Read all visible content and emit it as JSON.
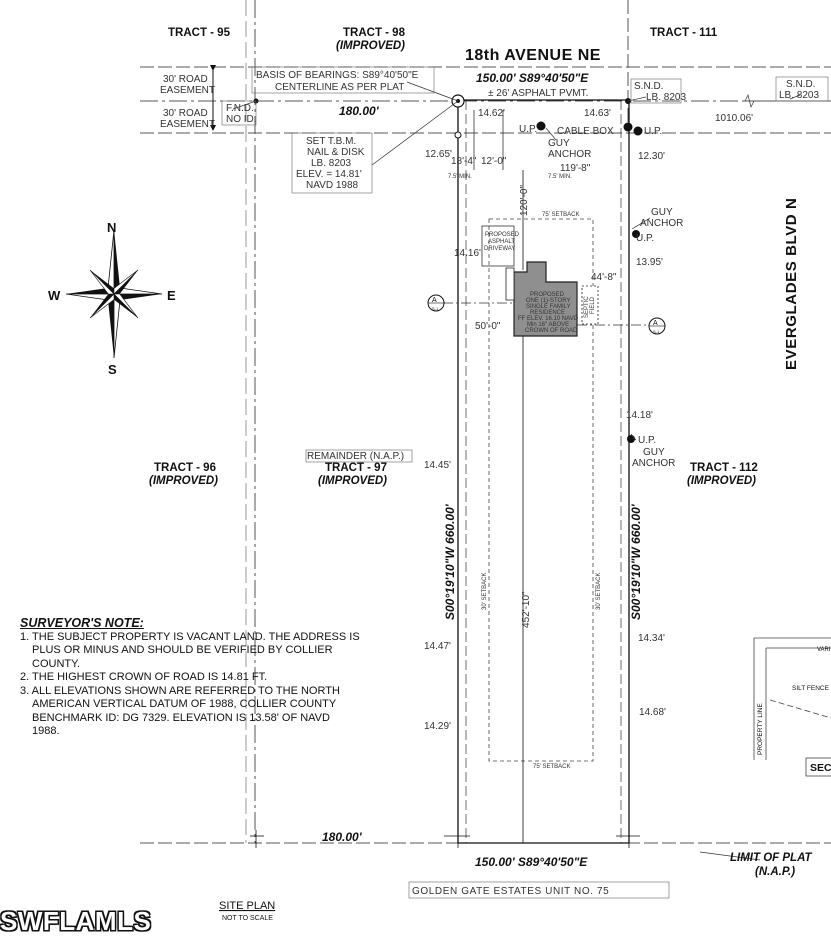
{
  "road": {
    "street_name": "18th AVENUE NE",
    "blvd_name": "EVERGLADES BLVD N",
    "pavement": "± 26' ASPHALT PVMT.",
    "easement_top": [
      "30' ROAD",
      "EASEMENT"
    ],
    "easement_bottom": [
      "30' ROAD",
      "EASEMENT"
    ],
    "blvd_distance": "1010.06'"
  },
  "tracts": {
    "t95": "TRACT - 95",
    "t98": "TRACT - 98",
    "t98_status": "(IMPROVED)",
    "t111": "TRACT - 111",
    "t96": "TRACT - 96",
    "t96_status": "(IMPROVED)",
    "t97_remainder": "REMAINDER (N.A.P.)",
    "t97": "TRACT - 97",
    "t97_status": "(IMPROVED)",
    "t112": "TRACT - 112",
    "t112_status": "(IMPROVED)"
  },
  "bearings": {
    "top": "150.00'  S89°40'50\"E",
    "bottom": "150.00'  S89°40'50\"E",
    "west": "S00°19'10\"W 660.00'",
    "east": "S00°19'10\"W 660.00'",
    "top_left_distance": "180.00'",
    "bottom_left_distance": "180.00'"
  },
  "callouts": {
    "basis": [
      "BASIS OF BEARINGS: S89°40'50\"E",
      "CENTERLINE AS PER PLAT"
    ],
    "fnd": [
      "F.N.D.",
      "NO ID."
    ],
    "tbm": [
      "SET T.B.M.",
      "NAIL & DISK",
      "LB. 8203",
      "ELEV. = 14.81'",
      "NAVD 1988"
    ],
    "snd_left": [
      "S.N.D.",
      "LB. 8203"
    ],
    "snd_right": [
      "S.N.D.",
      "LB. 8203"
    ],
    "up": "U.P.",
    "cable_box": "CABLE BOX",
    "guy_anchor": [
      "GUY",
      "ANCHOR"
    ]
  },
  "dimensions": {
    "d18_4": "18'-4\"",
    "d12_0": "12'-0\"",
    "d119_8": "119'-8\"",
    "d120_0": "120'-0\"",
    "d44_8": "44'-8\"",
    "d50_0": "50'-0\"",
    "d452_10": "452'-10\"",
    "min75_a": "7.5' MIN.",
    "min75_b": "7.5' MIN.",
    "setback_top": "75' SETBACK",
    "setback_bottom": "75' SETBACK",
    "setback_side_left": "30' SETBACK",
    "setback_side_right": "30' SETBACK"
  },
  "elevations": {
    "e1462": "14.62'",
    "e1463": "14.63'",
    "e1265": "12.65'",
    "e1230": "12.30'",
    "e1416": "14.16'",
    "e1395": "13.95'",
    "e1418": "14.18'",
    "e1445": "14.45'",
    "e1447": "14.47'",
    "e1429": "14.29'",
    "e1434": "14.34'",
    "e1468": "14.68'"
  },
  "house": {
    "lines": [
      "PROPOSED",
      "ONE (1)-STORY",
      "SINGLE FAMILY",
      "RESIDENCE",
      "FF ELEV. 16.10 NAVD",
      "Min 16\" ABOVE",
      "CROWN OF ROAD"
    ],
    "driveway": [
      "PROPOSED",
      "ASPHALT",
      "DRIVEWAY"
    ],
    "septic": [
      "SEPTIC",
      "FIELD"
    ]
  },
  "compass": {
    "n": "N",
    "s": "S",
    "e": "E",
    "w": "W"
  },
  "section": {
    "a": "A",
    "sub": "S-1"
  },
  "detail": {
    "property_line": "PROPERTY LINE",
    "silt_fence": "SILT FENCE",
    "vari": "VARI",
    "sec": "SEC"
  },
  "limit": [
    "LIMIT OF PLAT",
    "(N.A.P.)"
  ],
  "plat_name": "GOLDEN GATE ESTATES UNIT NO. 75",
  "site_plan": {
    "title": "SITE PLAN",
    "scale": "NOT TO SCALE"
  },
  "surveyor_note": {
    "title": "SURVEYOR'S  NOTE:",
    "items": [
      "1. THE SUBJECT PROPERTY IS VACANT LAND. THE ADDRESS IS PLUS OR MINUS AND SHOULD BE VERIFIED BY COLLIER COUNTY.",
      "2. THE HIGHEST CROWN OF ROAD IS 14.81 FT.",
      "3. ALL ELEVATIONS SHOWN ARE REFERRED TO THE NORTH AMERICAN VERTICAL DATUM OF 1988, COLLIER COUNTY BENCHMARK ID: DG 7329. ELEVATION IS 13.58' OF NAVD 1988."
    ]
  },
  "watermark": "SWFLAMLS"
}
